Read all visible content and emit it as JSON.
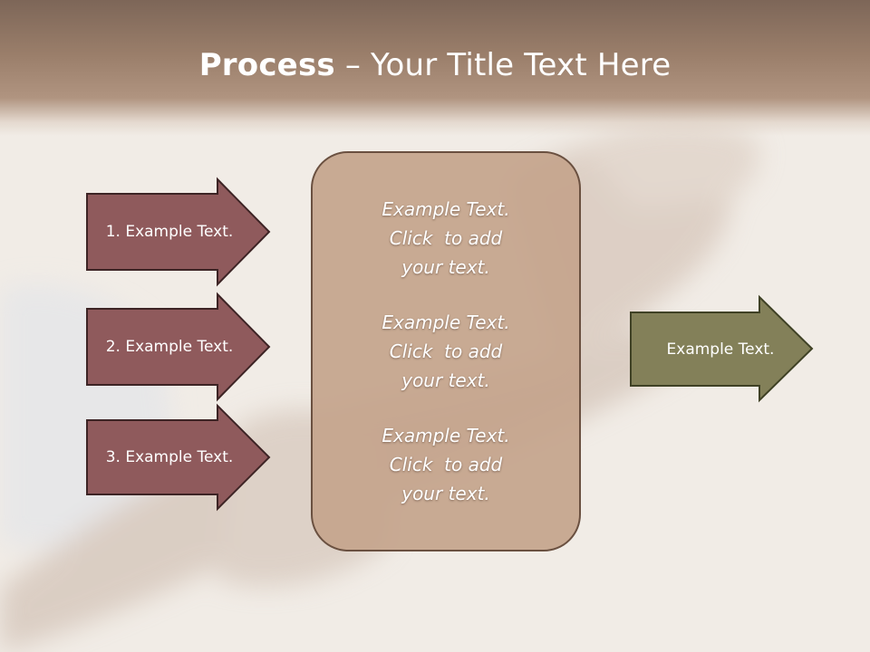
{
  "title": {
    "bold": "Process",
    "rest": " – Your Title Text Here"
  },
  "steps": [
    {
      "label": "1. Example Text."
    },
    {
      "label": "2. Example Text."
    },
    {
      "label": "3. Example Text."
    }
  ],
  "center_blocks": [
    {
      "line1": "Example Text.",
      "line2": "Click  to add",
      "line3": "your text."
    },
    {
      "line1": "Example Text.",
      "line2": "Click  to add",
      "line3": "your text."
    },
    {
      "line1": "Example Text.",
      "line2": "Click  to add",
      "line3": "your text."
    }
  ],
  "output": {
    "label": "Example Text."
  },
  "colors": {
    "step_arrow_fill": "#8f5a5c",
    "step_arrow_stroke": "#3d2425",
    "center_box_fill": "#c4a48c",
    "center_box_stroke": "#6a5040",
    "output_arrow_fill": "#838059",
    "output_arrow_stroke": "#3f4125",
    "title_band": "#8e7463"
  }
}
